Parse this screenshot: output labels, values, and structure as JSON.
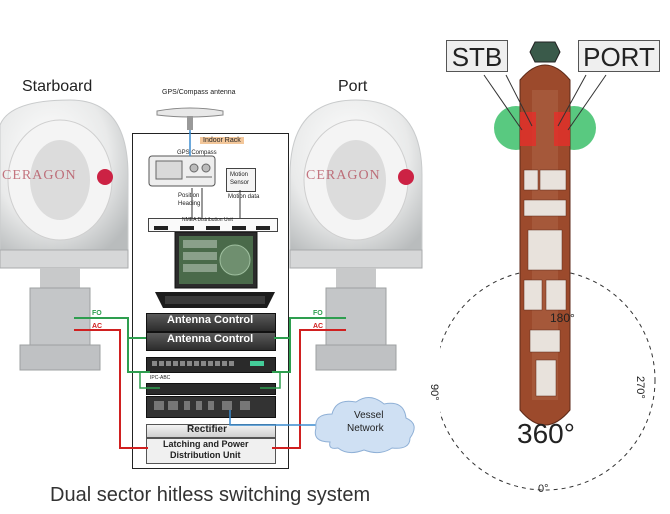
{
  "labels": {
    "starboard": "Starboard",
    "port": "Port",
    "gps_antenna": "GPS/Compass antenna",
    "indoor_rack": "Indoor Rack",
    "gps_compass": "GPS Compass",
    "position_heading_1": "Position",
    "position_heading_2": "Heading",
    "motion_sensor_1": "Motion",
    "motion_sensor_2": "Sensor",
    "motion_data": "Motion data",
    "nmea_unit": "NMEA Distribution Unit",
    "fo_left": "FO",
    "ac_left": "AC",
    "fo_right": "FO",
    "ac_right": "AC",
    "antenna_control_1": "Antenna Control",
    "antenna_control_2": "Antenna Control",
    "ipc_ac": "IPC-ABC",
    "rectifier": "Rectifier",
    "latching_1": "Latching and Power",
    "latching_2": "Distribution Unit",
    "vessel_1": "Vessel",
    "vessel_2": "Network",
    "brand_left": "CERAGON",
    "brand_right": "CERAGON",
    "stb": "STB",
    "port_tag": "PORT",
    "deg_180": "180°",
    "deg_90": "90°",
    "deg_270": "270°",
    "deg_0": "0°",
    "deg_360": "360°",
    "caption": "Dual sector hitless switching system"
  },
  "colors": {
    "fo_line": "#2e9e4f",
    "ac_line": "#d02020",
    "ship_hull": "#9c4a2c",
    "sector_green": "#3cc06a",
    "sector_red": "#e0302a",
    "cloud": "#cfe0f3"
  }
}
